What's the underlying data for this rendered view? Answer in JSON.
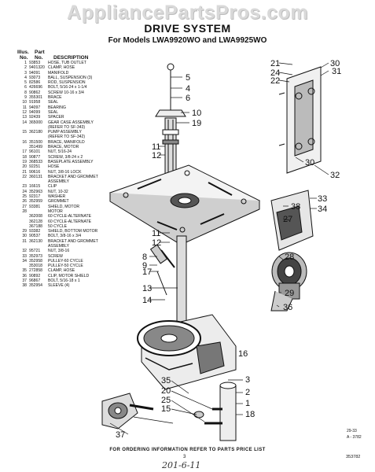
{
  "watermark": "AppliancePartsPros.com",
  "title": "DRIVE SYSTEM",
  "subtitle": "For Models LWA9920WO and LWA9925WO",
  "parts_header": {
    "illus": "Illus.",
    "no": "No.",
    "part": "Part",
    "pno": "No.",
    "desc": "DESCRIPTION"
  },
  "parts": [
    {
      "no": "1",
      "pn": "93853",
      "desc": "HOSE, TUB OUTLET"
    },
    {
      "no": "2",
      "pn": "9401320",
      "desc": "CLAMP, HOSE"
    },
    {
      "no": "3",
      "pn": "94091",
      "desc": "MANIFOLD"
    },
    {
      "no": "4",
      "pn": "93073",
      "desc": "BALL, SUSPENSION (3)"
    },
    {
      "no": "5",
      "pn": "82586",
      "desc": "ROD, SUSPENSION"
    },
    {
      "no": "6",
      "pn": "426696",
      "desc": "BOLT, 5/16-24 x 1-1/4"
    },
    {
      "no": "8",
      "pn": "90862",
      "desc": "SCREW 10-16 x 3/4"
    },
    {
      "no": "9",
      "pn": "355301",
      "desc": "BRACE"
    },
    {
      "no": "10",
      "pn": "91958",
      "desc": "SEAL"
    },
    {
      "no": "11",
      "pn": "94097",
      "desc": "BEARING"
    },
    {
      "no": "12",
      "pn": "94099",
      "desc": "SEAL"
    },
    {
      "no": "13",
      "pn": "92439",
      "desc": "SPACER"
    },
    {
      "no": "14",
      "pn": "365000",
      "desc": "GEAR CASE ASSEMBLY"
    },
    {
      "no": "",
      "pn": "",
      "desc": "(REFER TO SF-343)"
    },
    {
      "no": "15",
      "pn": "362180",
      "desc": "PUMP ASSEMBLY"
    },
    {
      "no": "",
      "pn": "",
      "desc": "(REFER TO SF-342)"
    },
    {
      "no": "16",
      "pn": "351500",
      "desc": "BRACE, MANIFOLD"
    },
    {
      "no": "",
      "pn": "351499",
      "desc": "BRACE, MOTOR"
    },
    {
      "no": "17",
      "pn": "96101",
      "desc": "NUT, 5/16-24"
    },
    {
      "no": "18",
      "pn": "90877",
      "desc": "SCREW, 3/8-24 x 2"
    },
    {
      "no": "19",
      "pn": "368533",
      "desc": "BASEPLATE ASSEMBLY"
    },
    {
      "no": "20",
      "pn": "92251",
      "desc": "HOSE"
    },
    {
      "no": "21",
      "pn": "90616",
      "desc": "NUT, 3/8-16 LOCK"
    },
    {
      "no": "22",
      "pn": "360131",
      "desc": "BRACKET AND GROMMET"
    },
    {
      "no": "",
      "pn": "",
      "desc": "ASSEMBLY"
    },
    {
      "no": "23",
      "pn": "16615",
      "desc": "CLIP"
    },
    {
      "no": "24",
      "pn": "352963",
      "desc": "NUT, 10-32"
    },
    {
      "no": "25",
      "pn": "92317",
      "desc": "WASHER"
    },
    {
      "no": "26",
      "pn": "352959",
      "desc": "GROMMET"
    },
    {
      "no": "27",
      "pn": "93381",
      "desc": "SHIELD, MOTOR"
    },
    {
      "no": "28",
      "pn": "",
      "desc": "MOTOR"
    },
    {
      "no": "",
      "pn": "362008",
      "desc": "60 CYCLE-ALTERNATE"
    },
    {
      "no": "",
      "pn": "362128",
      "desc": "60 CYCLE-ALTERNATE"
    },
    {
      "no": "",
      "pn": "367188",
      "desc": "50 CYCLE"
    },
    {
      "no": "29",
      "pn": "93382",
      "desc": "SHIELD, BOTTOM MOTOR"
    },
    {
      "no": "30",
      "pn": "90537",
      "desc": "BOLT, 3/8-16 x 3/4"
    },
    {
      "no": "31",
      "pn": "362130",
      "desc": "BRACKET AND GROMMET"
    },
    {
      "no": "",
      "pn": "",
      "desc": "ASSEMBLY"
    },
    {
      "no": "32",
      "pn": "95721",
      "desc": "NUT, 3/8-16"
    },
    {
      "no": "33",
      "pn": "352973",
      "desc": "SCREW"
    },
    {
      "no": "34",
      "pn": "352958",
      "desc": "PULLEY-60 CYCLE"
    },
    {
      "no": "",
      "pn": "353018",
      "desc": "PULLEY-50 CYCLE"
    },
    {
      "no": "35",
      "pn": "272858",
      "desc": "CLAMP, HOSE"
    },
    {
      "no": "36",
      "pn": "90892",
      "desc": "CLIP, MOTOR SHIELD"
    },
    {
      "no": "37",
      "pn": "96867",
      "desc": "BOLT, 5/16-18 x 1"
    },
    {
      "no": "38",
      "pn": "352954",
      "desc": "SLEEVE (4)"
    }
  ],
  "callouts": {
    "left": [
      "5",
      "4",
      "6",
      "10",
      "19",
      "11",
      "12",
      "11",
      "12",
      "8",
      "9",
      "17",
      "13",
      "14"
    ],
    "right": [
      "21",
      "24",
      "22",
      "30",
      "31",
      "30",
      "32",
      "38",
      "33",
      "34",
      "27",
      "28",
      "29",
      "36",
      "16",
      "3",
      "2",
      "1",
      "18",
      "35",
      "20",
      "25",
      "15",
      "37"
    ],
    "diagram_ref": "A - 3782",
    "small_mark": "29-33"
  },
  "footer": {
    "notice": "FOR ORDERING INFORMATION REFER TO PARTS PRICE LIST",
    "page": "3",
    "catalog": "353782",
    "handwritten": "201-6-11"
  }
}
